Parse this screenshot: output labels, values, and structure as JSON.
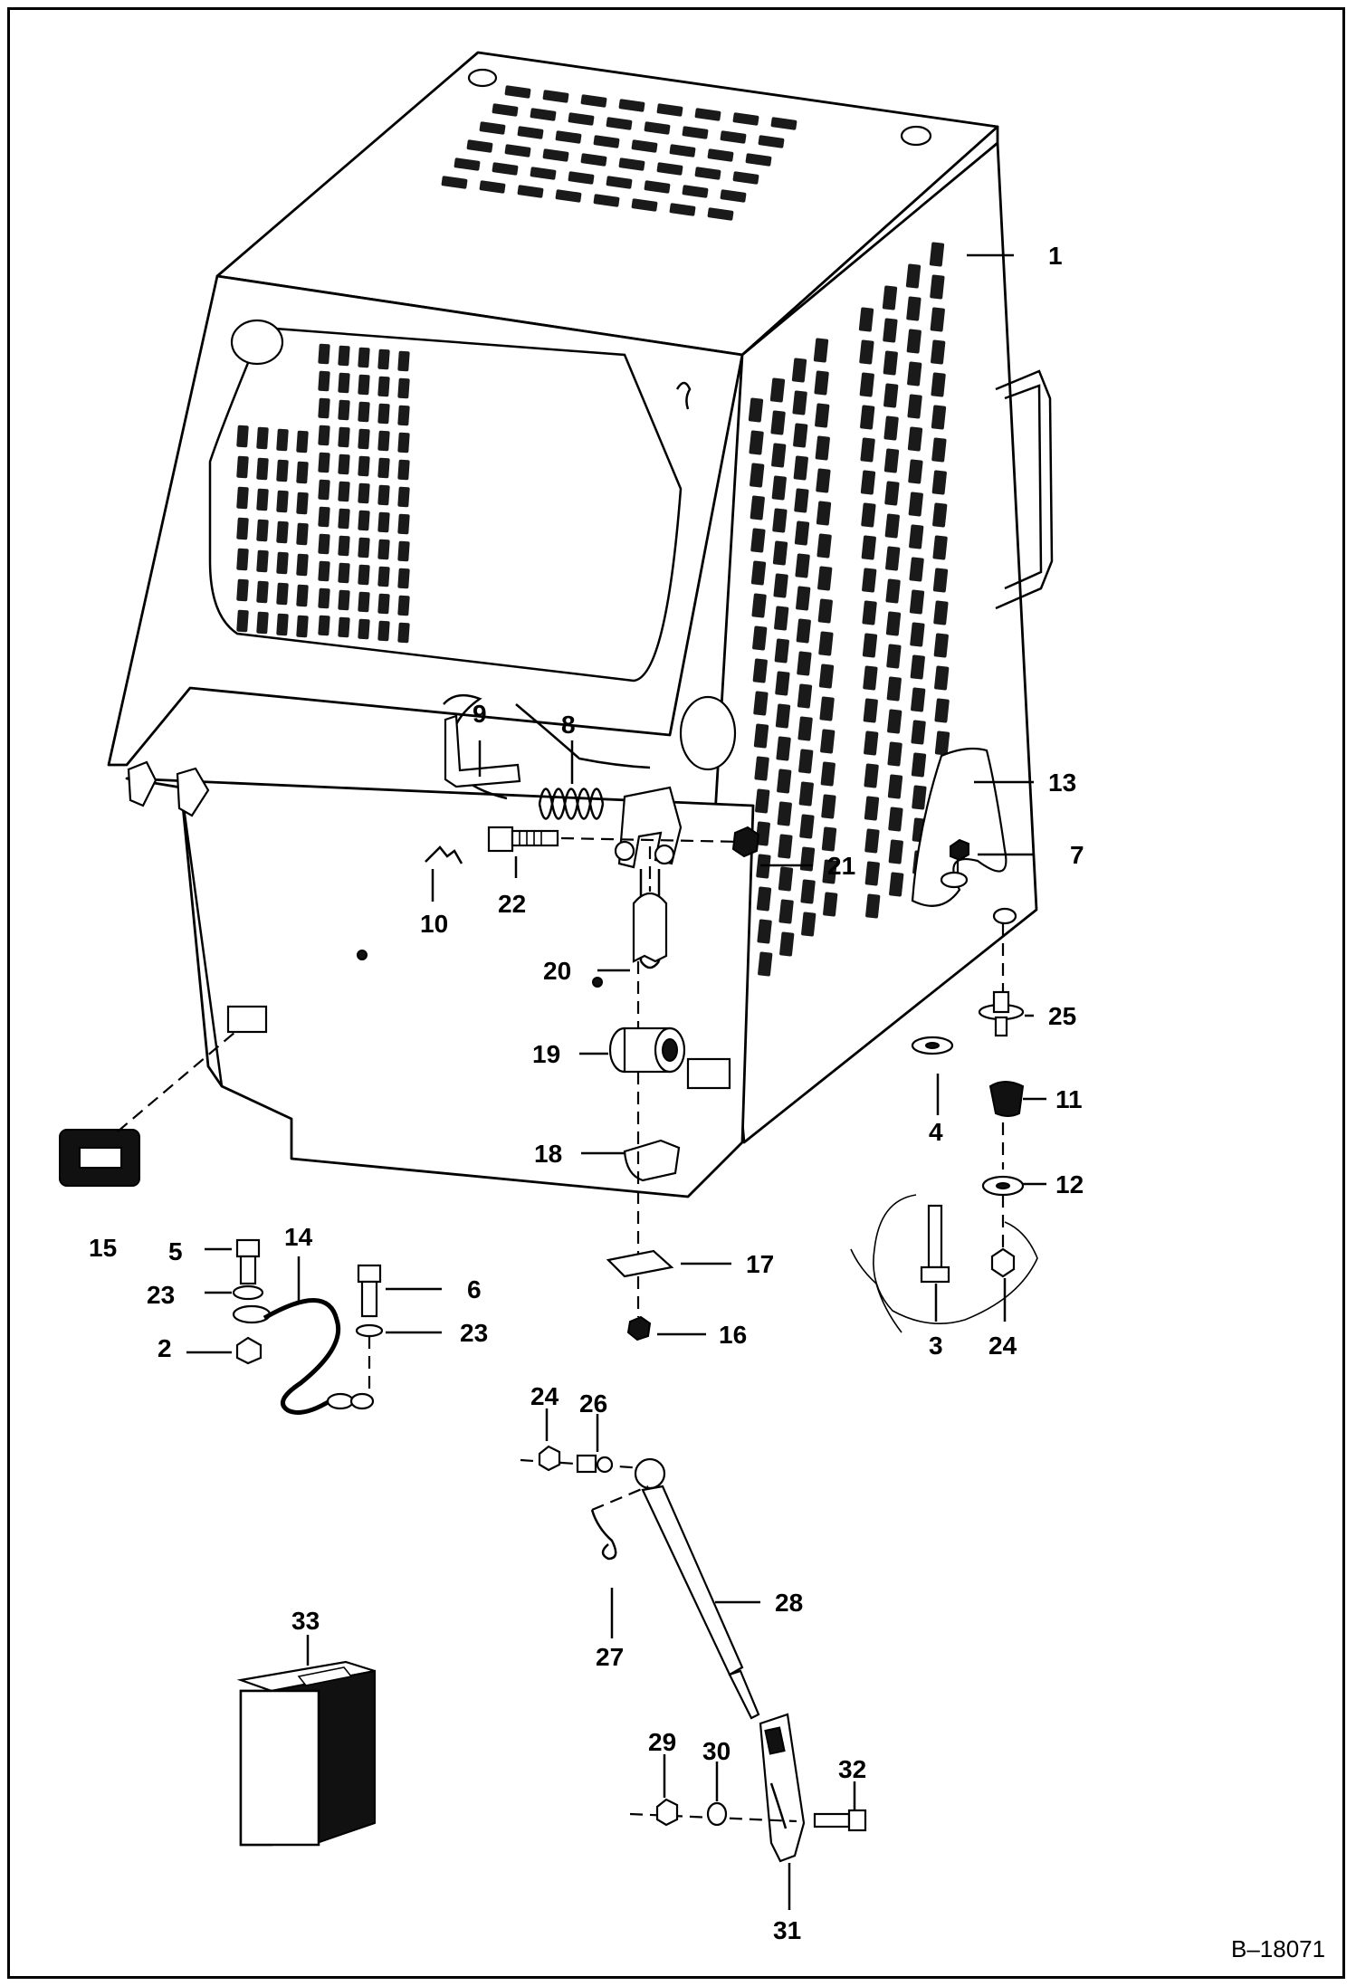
{
  "drawing": {
    "reference_number": "B–18071",
    "part_callouts": [
      "1",
      "2",
      "3",
      "4",
      "5",
      "6",
      "7",
      "8",
      "9",
      "10",
      "11",
      "12",
      "13",
      "14",
      "15",
      "16",
      "17",
      "18",
      "19",
      "20",
      "21",
      "22",
      "23",
      "23",
      "24",
      "24",
      "25",
      "26",
      "27",
      "28",
      "29",
      "30",
      "31",
      "32",
      "33"
    ]
  },
  "callouts": {
    "c1": "1",
    "c2": "2",
    "c3": "3",
    "c4": "4",
    "c5": "5",
    "c6": "6",
    "c7": "7",
    "c8": "8",
    "c9": "9",
    "c10": "10",
    "c11": "11",
    "c12": "12",
    "c13": "13",
    "c14": "14",
    "c15": "15",
    "c16": "16",
    "c17": "17",
    "c18": "18",
    "c19": "19",
    "c20": "20",
    "c21": "21",
    "c22": "22",
    "c23a": "23",
    "c23b": "23",
    "c24a": "24",
    "c24b": "24",
    "c25": "25",
    "c26": "26",
    "c27": "27",
    "c28": "28",
    "c29": "29",
    "c30": "30",
    "c31": "31",
    "c32": "32",
    "c33": "33"
  }
}
